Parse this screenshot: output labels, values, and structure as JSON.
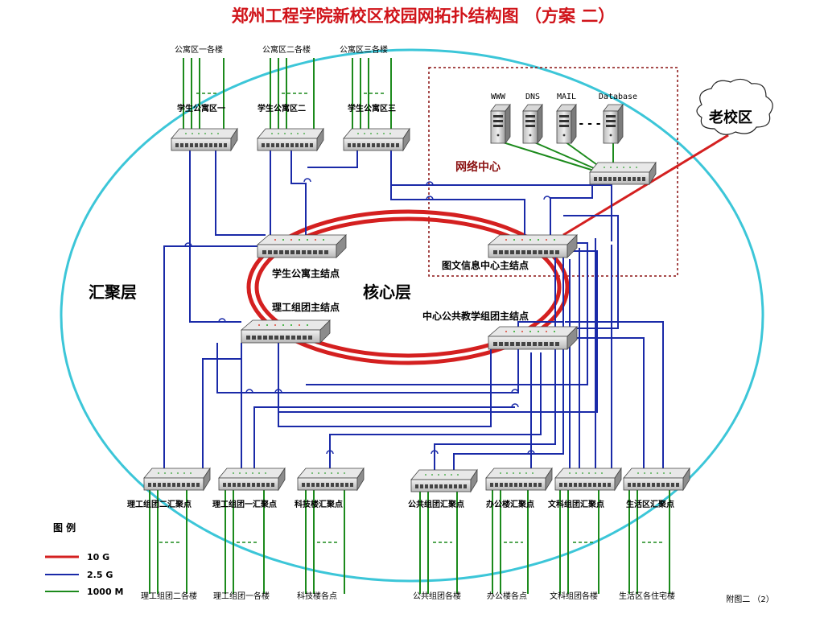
{
  "title": "郑州工程学院新校区校园网拓扑结构图 （方案 二）",
  "footer_note": "附图二 （2）",
  "layers": {
    "aggregation": "汇聚层",
    "core": "核心层"
  },
  "network_center": {
    "label": "网络中心",
    "servers": [
      "WWW",
      "DNS",
      "MAIL",
      "Database"
    ],
    "ellipsis": "- - -"
  },
  "old_campus": "老校区",
  "dorm_buildings": [
    "公寓区一各楼",
    "公寓区二各楼",
    "公寓区三各楼"
  ],
  "dorm_switches": [
    "学生公寓区一",
    "学生公寓区二",
    "学生公寓区三"
  ],
  "core_nodes": {
    "dorm_main": "学生公寓主结点",
    "library_main": "图文信息中心主结点",
    "science_main": "理工组团主结点",
    "teaching_main": "中心公共教学组团主结点"
  },
  "aggregation_nodes": [
    "理工组团二汇聚点",
    "理工组团一汇聚点",
    "科技楼汇聚点",
    "公共组团汇聚点",
    "办公楼汇聚点",
    "文科组团汇聚点",
    "生活区汇聚点"
  ],
  "bottom_buildings": [
    "理工组团二各楼",
    "理工组团一各楼",
    "科技楼各点",
    "公共组团各楼",
    "办公楼各点",
    "文科组团各楼",
    "生活区各住宅楼"
  ],
  "legend": {
    "title": "图 例",
    "items": [
      {
        "label": "10 G",
        "color": "#d42020"
      },
      {
        "label": "2.5 G",
        "color": "#1a2aa8"
      },
      {
        "label": "1000 M",
        "color": "#1c8a1c"
      }
    ]
  },
  "colors": {
    "red": "#d42020",
    "blue": "#1a2aa8",
    "green": "#1c8a1c",
    "cyan": "#3cc6d8",
    "dark_red_dotted": "#8a1010"
  }
}
